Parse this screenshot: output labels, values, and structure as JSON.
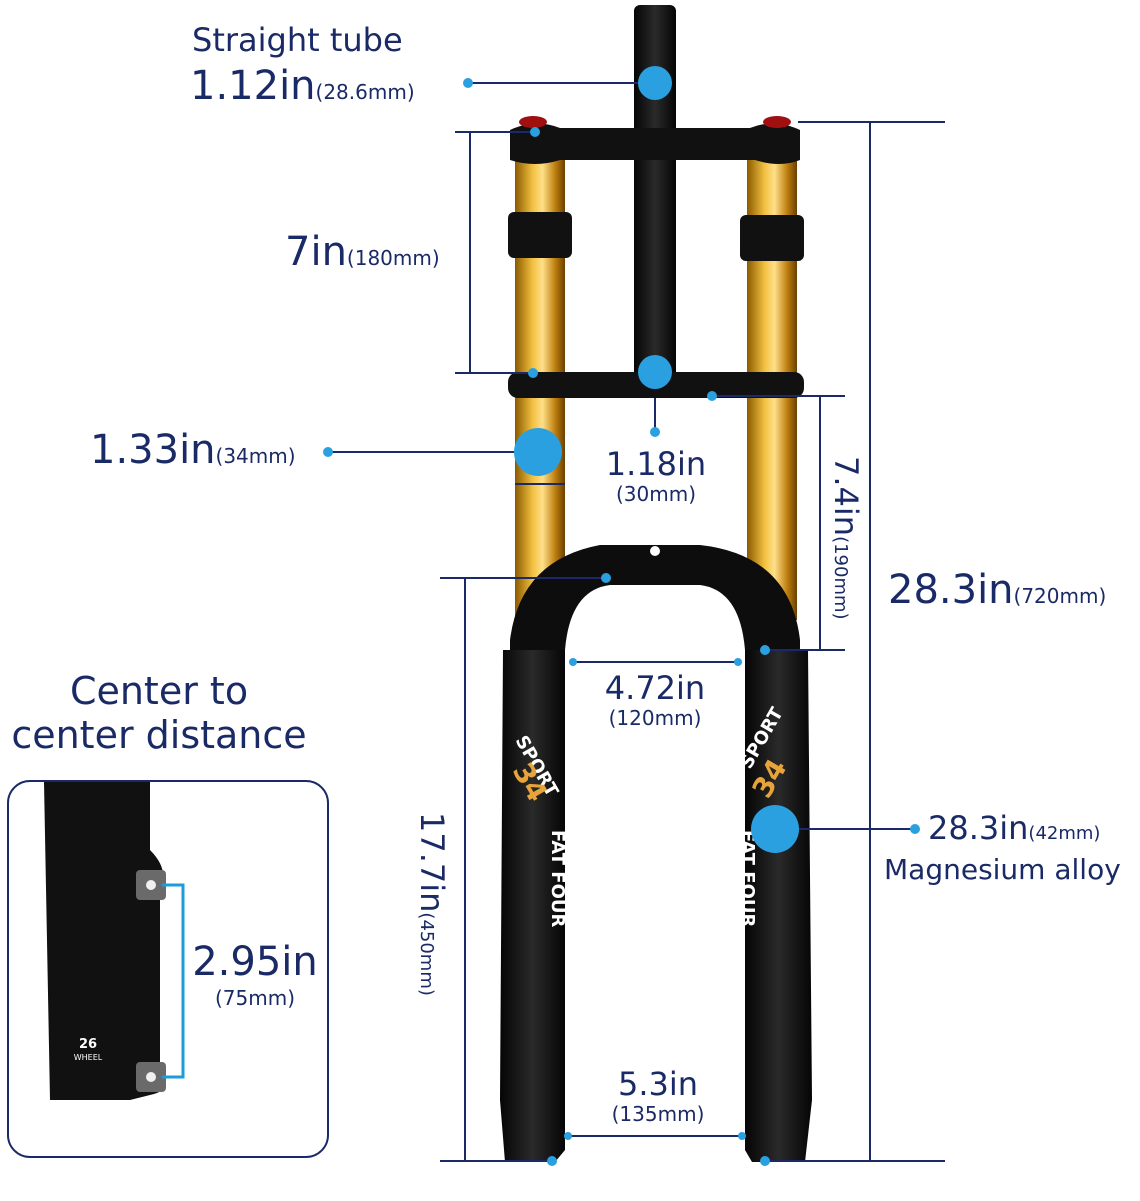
{
  "colors": {
    "dimension_line": "#1a2a66",
    "marker": "#2aa0e0",
    "stanchion_gold": "#e0a020",
    "frame_black": "#141414",
    "inset_border": "#1a2a66",
    "bracket_line": "#1e9bd8"
  },
  "labels": {
    "straight_tube": {
      "title": "Straight tube",
      "value": "1.12in",
      "unit": "(28.6mm)"
    },
    "crown_gap": {
      "value": "7in",
      "unit": "(180mm)"
    },
    "stanchion": {
      "value": "1.33in",
      "unit": "(34mm)"
    },
    "crown_thickness": {
      "value": "1.18in",
      "unit": "(30mm)"
    },
    "arch_to_crown": {
      "value": "7.4in",
      "unit": "(190mm)"
    },
    "total_length": {
      "value": "28.3in",
      "unit": "(720mm)"
    },
    "arch_width": {
      "value": "4.72in",
      "unit": "(120mm)"
    },
    "lower_leg": {
      "value": "28.3in",
      "unit": "(42mm)",
      "note": "Magnesium alloy"
    },
    "axle_to_arch": {
      "value": "17.7in",
      "unit": "(450mm)"
    },
    "axle_width": {
      "value": "5.3in",
      "unit": "(135mm)"
    }
  },
  "inset": {
    "title_line1": "Center to",
    "title_line2": "center distance",
    "value": "2.95in",
    "unit": "(75mm)",
    "badge_top": "26",
    "badge_bottom": "WHEEL"
  },
  "fork_decal": {
    "brand": "SPORT",
    "model": "34",
    "lower_text": "FAT FOUR"
  }
}
